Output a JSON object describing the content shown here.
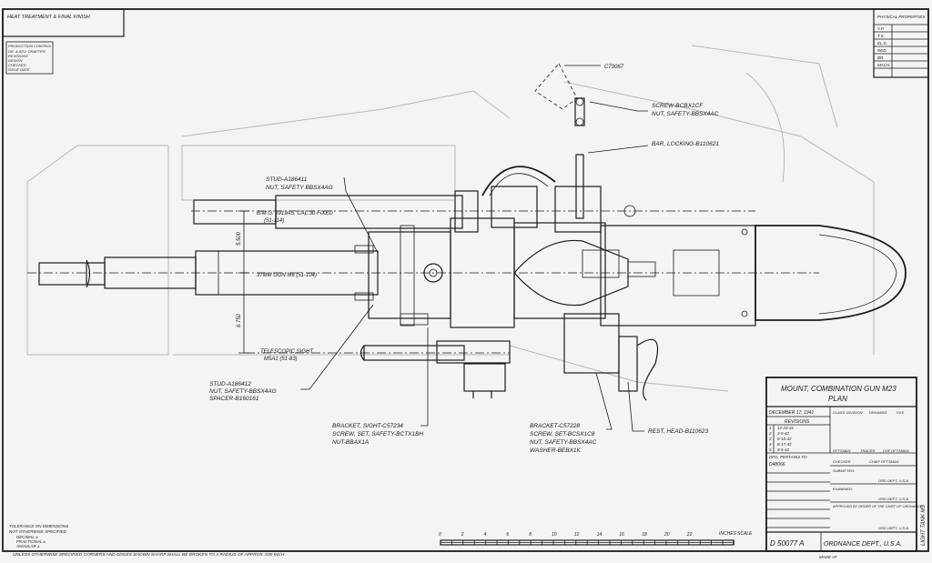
{
  "header": {
    "top_left_title": "HEAT TREATMENT & FINAL FINISH"
  },
  "approval_stamp": {
    "lines": [
      "PRODUCTION CONTROL",
      "DR. & ADV. DRAFTER",
      "REVISIONS",
      "DESIGN",
      "CHECKED",
      "ISSUE DATE"
    ]
  },
  "physical_properties": {
    "title": "PHYSICAL PROPERTIES",
    "rows": [
      "Y.P.",
      "T.S.",
      "EL.G.",
      "RED.",
      "BR.",
      "MACH."
    ]
  },
  "dimensions": {
    "d5500": "5.500",
    "d6750": "6.750"
  },
  "labels": {
    "c73067": "C73067",
    "screw_bcbx": "SCREW-BCBX1CF",
    "nut_bbsx4ac": "NUT, SAFETY-BBSX4AC",
    "bar_locking": "BAR, LOCKING-B110621",
    "stud_a": "STUD-A186411",
    "stud_a_nut": "NUT, SAFETY BBSX4AG",
    "bmg": "B.M.G. 1919A5, CAL.30 FIXED",
    "bmg_ref": "(51-114)",
    "gun_37": "37MM GUN M6 (51-104)",
    "telescopic": "TELESCOPIC SIGHT",
    "telescopic_2": "M5A1 (51-83)",
    "stud_b": "STUD-A186412",
    "stud_b_nut": "NUT, SAFETY-BBSX4AG",
    "spacer": "SPACER-B160161",
    "bracket_sight": "BRACKET, SIGHT-C57234",
    "bracket_sight_screw": "SCREW, SET, SAFETY-BCTX1BH",
    "bracket_sight_nut": "NUT-BBAX1A",
    "bracket_c": "BRACKET-C57228",
    "bracket_c_screw": "SCREW, SET-BCSX1C8",
    "bracket_c_nut": "NUT, SAFETY-BBSX4AC",
    "bracket_c_washer": "WASHER-BEBX1K",
    "rest_head": "REST, HEAD-B110623"
  },
  "title_block": {
    "title": "MOUNT, COMBINATION GUN M23",
    "subtitle": "PLAN",
    "date": "DECEMBER 17, 1941",
    "class_col": "CLASS",
    "division_col": "DIVISION",
    "drawing_col": "DRAWING",
    "file_col": "FILE",
    "revisions_label": "REVISIONS",
    "revisions": [
      {
        "n": "1",
        "d": "12-23-41"
      },
      {
        "n": "2",
        "d": "3-5-42"
      },
      {
        "n": "3",
        "d": "6-18-42"
      },
      {
        "n": "4",
        "d": "8-17-42"
      },
      {
        "n": "5",
        "d": "9-5-42"
      }
    ],
    "dfg_pertains": "DFG. PERTAINS TO",
    "pertains_no": "D48066",
    "draftsman": "DFTSMAN",
    "tracer": "TRACER",
    "chief_draftsman": "CHF DFTSMAN",
    "checker": "CHECKER",
    "chief_draftsman_2": "CHIEF DFTSMAN",
    "submitted": "SUBMITTED:",
    "ord_dept_1": "ORD DEPT, U.S.A.",
    "examined": "EXAMINED:",
    "ord_dept_2": "ORD DEPT, U.S.A.",
    "approved": "APPROVED BY ORDER OF THE CHIEF OF ORDNANCE:",
    "ord_dept_3": "ORD DEPT, U.S.A.",
    "dwg_no": "D 50077 A",
    "ordnance": "ORDNANCE DEPT., U.S.A.",
    "side_note": "LIGHT TANK M3"
  },
  "tolerance_note": {
    "l1": "TOLERANCE ON DIMENSIONS",
    "l2": "NOT OTHERWISE SPECIFIED",
    "l3": "DECIMAL ±",
    "l4": "FRACTIONAL ±",
    "l5": "ANGULAR ±"
  },
  "scale": {
    "ticks": [
      "0",
      "2",
      "4",
      "6",
      "8",
      "10",
      "12",
      "14",
      "16",
      "18",
      "20",
      "22"
    ],
    "unit": "INCHES",
    "label": "SCALE"
  },
  "bottom_note": "UNLESS OTHERWISE SPECIFIED CORNERS AND EDGES SHOWN SHARP SHALL BE BROKEN TO A RADIUS OF APPROX .030 INCH.",
  "made_at": "MADE AT"
}
